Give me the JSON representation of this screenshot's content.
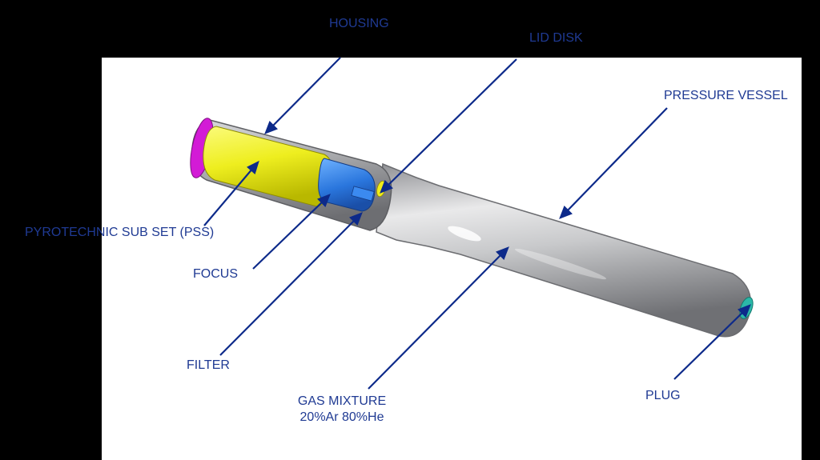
{
  "labels": {
    "housing": "HOUSING",
    "lid_disk": "LID DISK",
    "pressure_vessel": "PRESSURE VESSEL",
    "pss": "PYROTECHNIC SUB SET  (PSS)",
    "focus": "FOCUS",
    "filter": "FILTER",
    "gas_mixture": "GAS MIXTURE",
    "gas_mixture_ratio": "20%Ar 80%He",
    "plug": "PLUG"
  },
  "colors": {
    "label_text": "#1f3a93",
    "arrow": "#0d2a8a",
    "housing_yellow": "#f2f020",
    "end_cap_magenta": "#d31bd6",
    "focus_blue": "#2f7de0",
    "vessel_gray": "#bfc0c3",
    "plug_teal": "#2bb8a8",
    "background": "#000000",
    "panel": "#ffffff"
  }
}
